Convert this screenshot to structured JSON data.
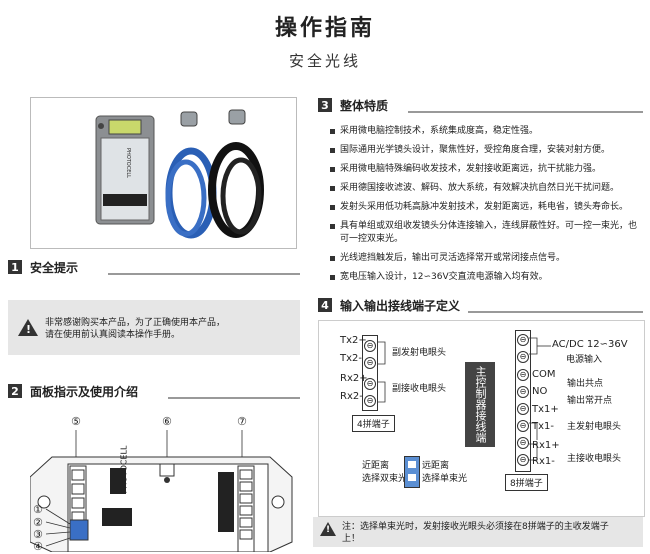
{
  "header": {
    "title": "操作指南",
    "subtitle": "安全光线"
  },
  "product_label": "PHOTOCELL",
  "section1": {
    "num": "1",
    "title": "安全提示"
  },
  "warning": {
    "line1": "非常感谢购买本产品，为了正确使用本产品，",
    "line2": "请在使用前认真阅读本操作手册。"
  },
  "section2": {
    "num": "2",
    "title": "面板指示及使用介绍"
  },
  "panel_markers": [
    "①",
    "②",
    "③",
    "④",
    "⑤",
    "⑥",
    "⑦"
  ],
  "section3": {
    "num": "3",
    "title": "整体特质"
  },
  "features": [
    "采用微电脑控制技术，系统集成度高，稳定性强。",
    "国际通用光学镜头设计，聚焦性好，受控角度合理，安装对射方便。",
    "采用微电脑特殊编码收发技术，发射接收距离远，抗干扰能力强。",
    "采用德国接收滤波、解码、放大系统，有效解决抗自然日光干扰问题。",
    "发射头采用低功耗高脉冲发射技术，发射距离远，耗电省，镜头寿命长。",
    "具有单组或双组收发镜头分体连接输入，连线屏蔽性好。可一控一束光，也可一控双束光。",
    "光线遮挡触发后，输出可灵活选择常开或常闭接点信号。",
    "宽电压输入设计，12∽36V交直流电源输入均有效。"
  ],
  "section4": {
    "num": "4",
    "title": "输入输出接线端子定义"
  },
  "terminal4": {
    "pins": [
      "Tx2+",
      "Tx2-",
      "Rx2+",
      "Rx2-"
    ],
    "label_tx": "副发射电眼头",
    "label_rx": "副接收电眼头",
    "caption": "4拼端子"
  },
  "controller_label": "主控制器接线端子",
  "dip": {
    "left1": "近距离",
    "left2": "选择双束光",
    "right1": "远距离",
    "right2": "选择单束光"
  },
  "terminal8": {
    "pins": [
      "AC/DC 12∽36V",
      "COM",
      "NO",
      "Tx1+",
      "Tx1-",
      "Rx1+",
      "Rx1-"
    ],
    "power_label": "电源输入",
    "com_label": "输出共点",
    "no_label": "输出常开点",
    "tx_label": "主发射电眼头",
    "rx_label": "主接收电眼头",
    "caption": "8拼端子"
  },
  "note": {
    "line1": "注：选择单束光时，发射接收光眼头必须接在8拼端子的主收发端子",
    "line2": "上！"
  }
}
